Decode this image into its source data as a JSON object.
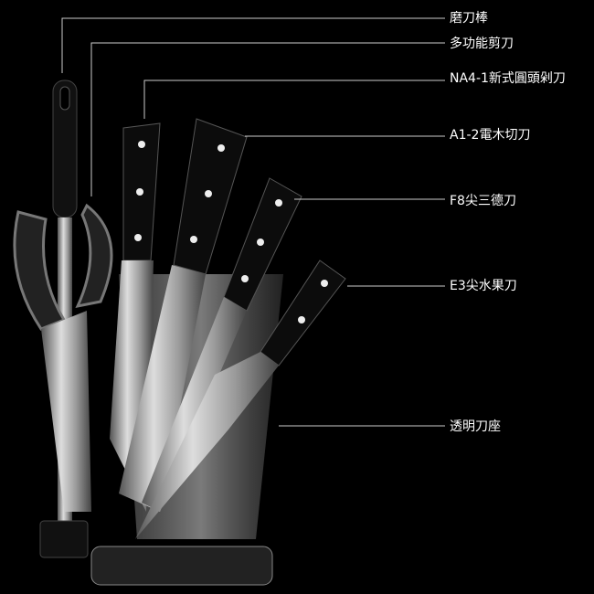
{
  "labels": {
    "sharpener": "磨刀棒",
    "scissors": "多功能剪刀",
    "slicer": "NA4-1新式圓頭剁刀",
    "chef": "A1-2電木切刀",
    "utility": "F8尖三德刀",
    "fruit": "E3尖水果刀",
    "stand": "透明刀座"
  },
  "colors": {
    "background": "#000000",
    "line": "#cccccc",
    "text": "#ffffff"
  }
}
